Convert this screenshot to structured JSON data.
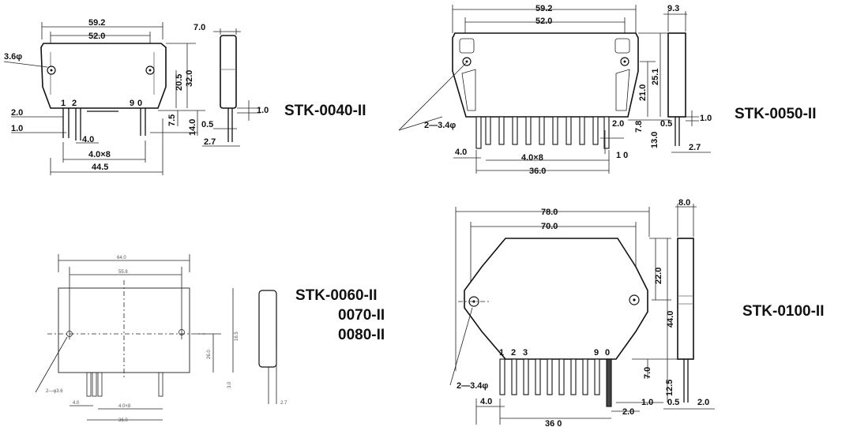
{
  "models": {
    "a": "STK-0040-II",
    "b": "STK-0050-II",
    "c_line1": "STK-0060-II",
    "c_line2": "0070-II",
    "c_line3": "0080-II",
    "d": "STK-0100-II"
  },
  "dims_a": {
    "overall": "59.2",
    "pitch": "52.0",
    "thick": "7.0",
    "hole": "3.6φ",
    "pin1": "1",
    "pin2": "2",
    "pin9": "9",
    "pin0": "0",
    "h20": "20.5",
    "h32": "32.0",
    "h75": "7.5",
    "h14": "14.0",
    "p20": "2.0",
    "p10": "1.0",
    "p40": "4.0",
    "p40x8": "4.0×8",
    "w445": "44.5",
    "s10": "1.0",
    "s05": "0.5",
    "s27": "2.7"
  },
  "dims_b": {
    "overall": "59.2",
    "pitch": "52.0",
    "thick": "9.3",
    "hole": "2—3.4φ",
    "h210": "21.0",
    "h251": "25.1",
    "h78": "7.8",
    "h20": "2.0",
    "h130": "13.0",
    "s05": "0.5",
    "s10": "1.0",
    "s27": "2.7",
    "p40": "4.0",
    "p40x8": "4.0×8",
    "w360": "36.0",
    "t10": "1 0"
  },
  "dims_c": {
    "w640": "64.0",
    "w558": "55.8",
    "h165": "16.5",
    "h260": "26.0",
    "h30": "3.0",
    "hole": "2—φ3.6",
    "p40": "4.0",
    "p40x8": "4.0×8",
    "w360": "36.0",
    "s27": "2.7"
  },
  "dims_d": {
    "overall": "78.0",
    "pitch": "70.0",
    "thick": "8.0",
    "h220": "22.0",
    "h440": "44.0",
    "h70": "7.0",
    "h125": "12.5",
    "hole": "2—3.4φ",
    "pin1": "1",
    "pin2": "2",
    "pin3": "3",
    "pin9": "9",
    "pin0": "0",
    "p40": "4.0",
    "p20": "2.0",
    "p10": "1.0",
    "s05": "0.5",
    "s20": "2.0",
    "w360": "36 0"
  }
}
